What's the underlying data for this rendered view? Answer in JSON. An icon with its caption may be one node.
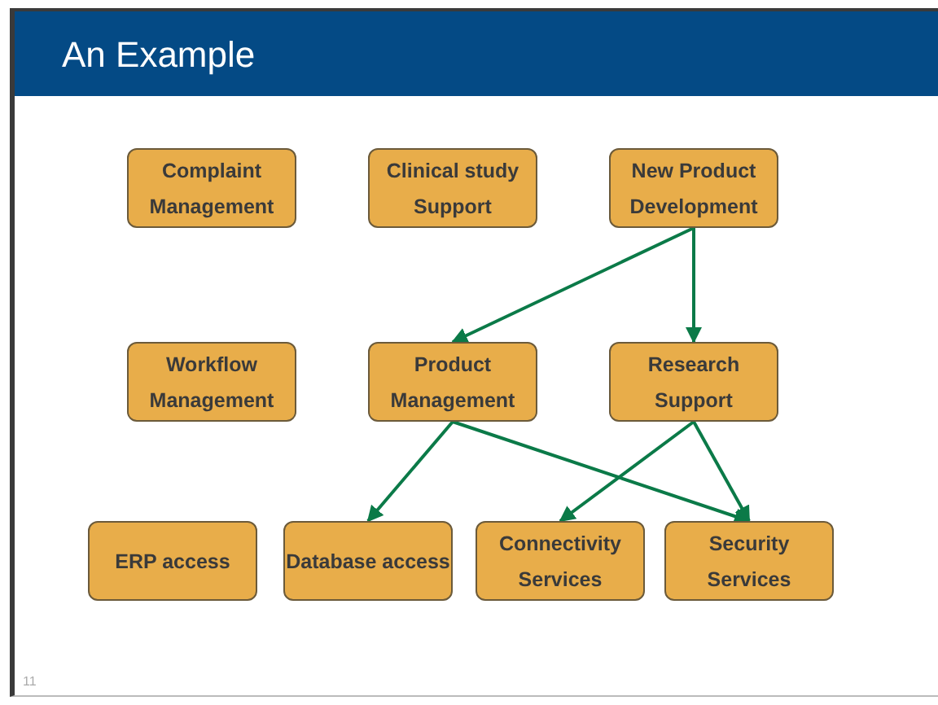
{
  "diagram": {
    "title": "An Example",
    "nodes": [
      {
        "text": [
          "Complaint Management"
        ]
      },
      {
        "text": [
          "Clinical study Support"
        ]
      },
      {
        "text": [
          "New Product Development"
        ]
      },
      {
        "text": [
          "Workflow Management"
        ]
      },
      {
        "text": [
          "Product Management"
        ]
      },
      {
        "text": [
          "Research Support"
        ]
      },
      {
        "text": [
          "ERP access"
        ]
      },
      {
        "text": [
          "Database access"
        ]
      },
      {
        "text": [
          "Connectivity Services"
        ]
      },
      {
        "text": [
          "Security Services"
        ]
      }
    ],
    "edges": [
      {
        "from": 2,
        "to": 4,
        "arrow": "to"
      },
      {
        "from": 2,
        "to": 5,
        "arrow": "to"
      },
      {
        "from": 4,
        "to": 7,
        "arrow": "to"
      },
      {
        "from": 4,
        "to": 9,
        "arrow": "to"
      },
      {
        "from": 5,
        "to": 8,
        "arrow": "to"
      },
      {
        "from": 5,
        "to": 9,
        "arrow": "to"
      }
    ],
    "labels": [
      "11"
    ]
  }
}
